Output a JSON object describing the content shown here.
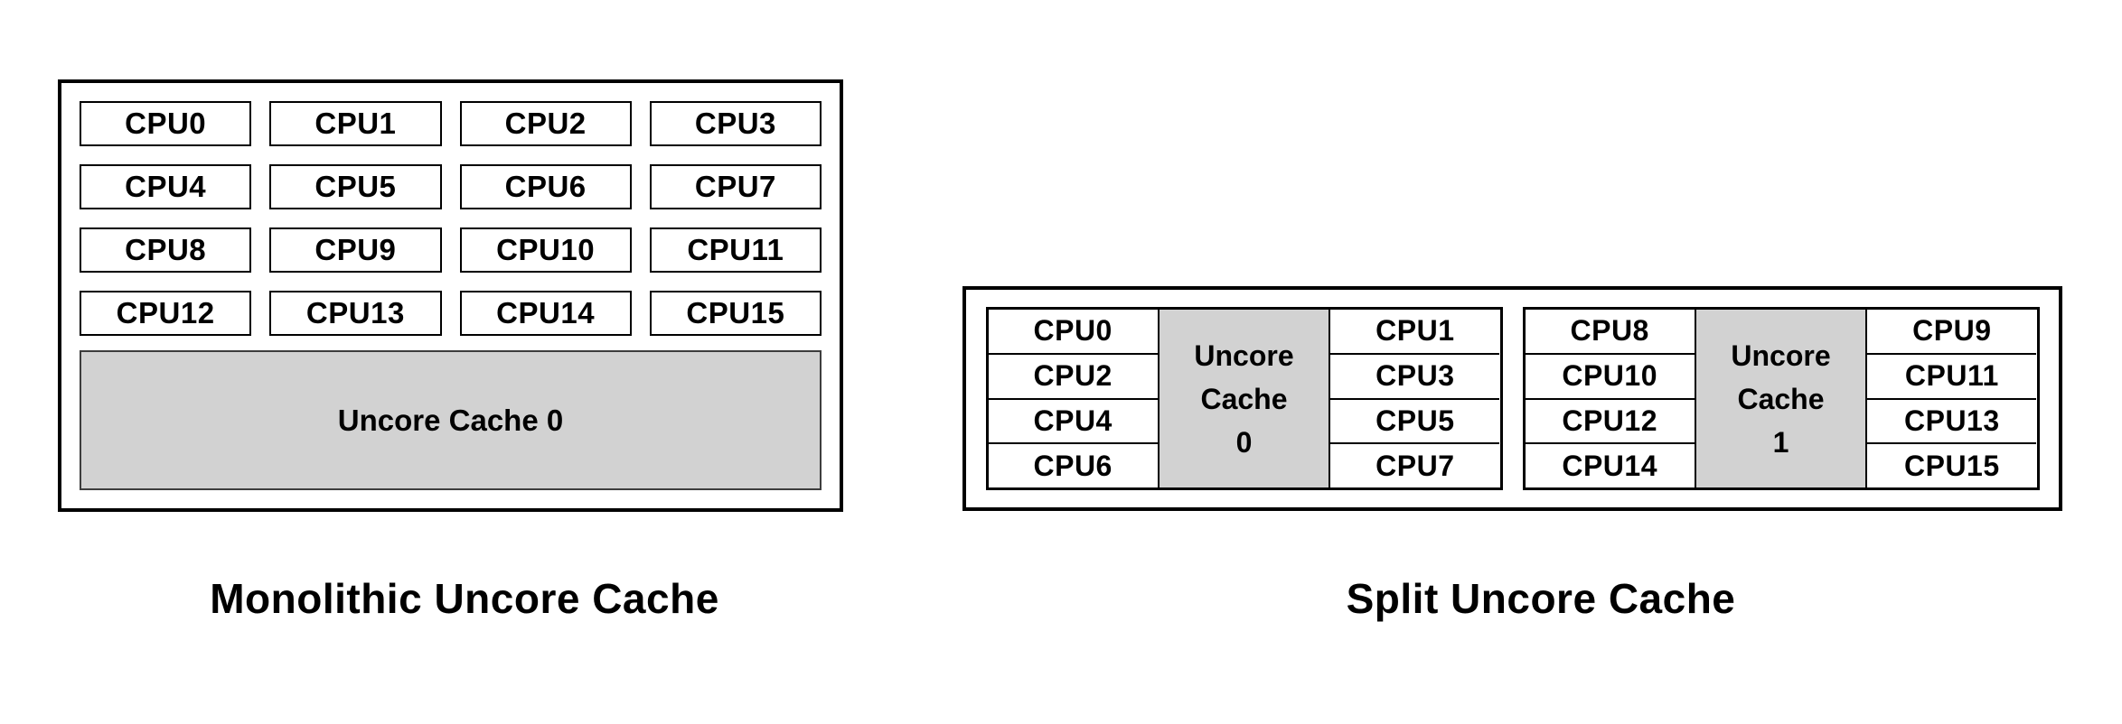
{
  "colors": {
    "cache_fill": "#d2d2d2",
    "border": "#000000",
    "background": "#ffffff"
  },
  "diagrams": {
    "monolithic": {
      "title": "Monolithic Uncore Cache",
      "cpus": [
        "CPU0",
        "CPU1",
        "CPU2",
        "CPU3",
        "CPU4",
        "CPU5",
        "CPU6",
        "CPU7",
        "CPU8",
        "CPU9",
        "CPU10",
        "CPU11",
        "CPU12",
        "CPU13",
        "CPU14",
        "CPU15"
      ],
      "cache_label": "Uncore Cache 0"
    },
    "split": {
      "title": "Split Uncore Cache",
      "clusters": [
        {
          "left_cpus": [
            "CPU0",
            "CPU2",
            "CPU4",
            "CPU6"
          ],
          "cache_lines": [
            "Uncore",
            "Cache",
            "0"
          ],
          "right_cpus": [
            "CPU1",
            "CPU3",
            "CPU5",
            "CPU7"
          ]
        },
        {
          "left_cpus": [
            "CPU8",
            "CPU10",
            "CPU12",
            "CPU14"
          ],
          "cache_lines": [
            "Uncore",
            "Cache",
            "1"
          ],
          "right_cpus": [
            "CPU9",
            "CPU11",
            "CPU13",
            "CPU15"
          ]
        }
      ]
    }
  }
}
